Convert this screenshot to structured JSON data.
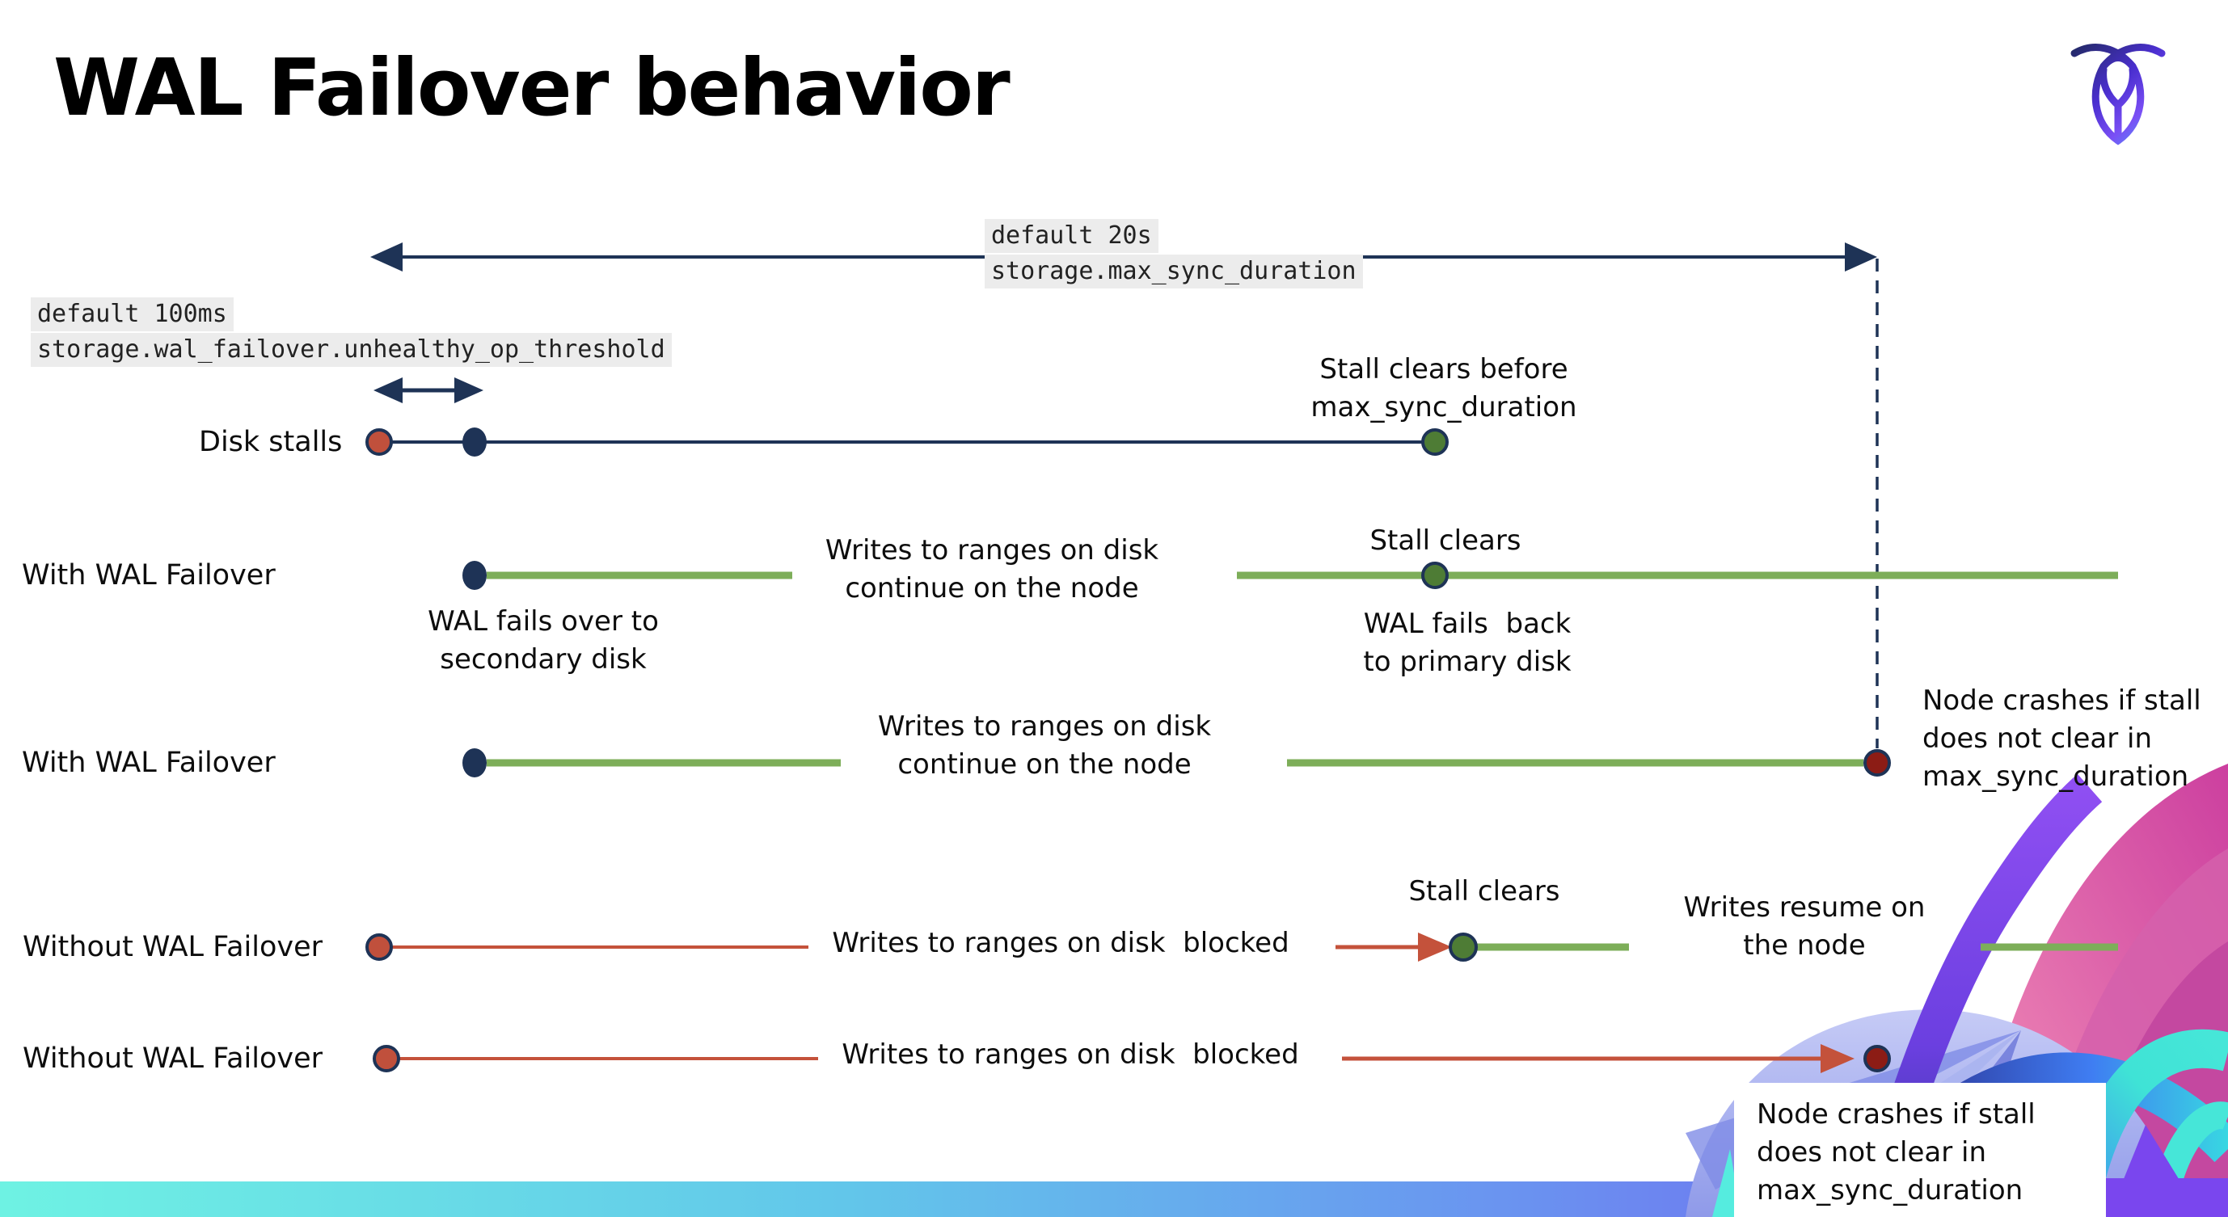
{
  "title": "WAL Failover behavior",
  "settings": {
    "max_sync": {
      "default_label": "default 20s",
      "name": "storage.max_sync_duration"
    },
    "unhealthy_op": {
      "default_label": "default 100ms",
      "name": "storage.wal_failover.unhealthy_op_threshold"
    }
  },
  "rows": [
    {
      "label": "Disk stalls"
    },
    {
      "label": "With WAL Failover"
    },
    {
      "label": "With WAL Failover"
    },
    {
      "label": "Without WAL Failover"
    },
    {
      "label": "Without WAL Failover"
    }
  ],
  "annotations": {
    "stall_clears_before": "Stall clears before\nmax_sync_duration",
    "wal_fails_over": "WAL fails over to\nsecondary disk",
    "writes_continue": "Writes to ranges on disk\ncontinue on the node",
    "stall_clears": "Stall clears",
    "wal_fails_back": "WAL fails  back\nto primary disk",
    "node_crashes": "Node crashes if stall\ndoes not clear in\nmax_sync_duration",
    "writes_blocked": "Writes to ranges on disk  blocked",
    "writes_resume": "Writes resume on\nthe node"
  },
  "colors": {
    "navy": "#1e3356",
    "green_line": "#7dae59",
    "green_dot": "#4e7c35",
    "red_line": "#c4523b",
    "red_dot": "#c0503c",
    "crash_dot": "#8c1c15",
    "code_bg": "#ececec",
    "footer_gradient": [
      "#6ef2e3",
      "#62c6ea",
      "#6a93f0",
      "#8148ef"
    ]
  }
}
